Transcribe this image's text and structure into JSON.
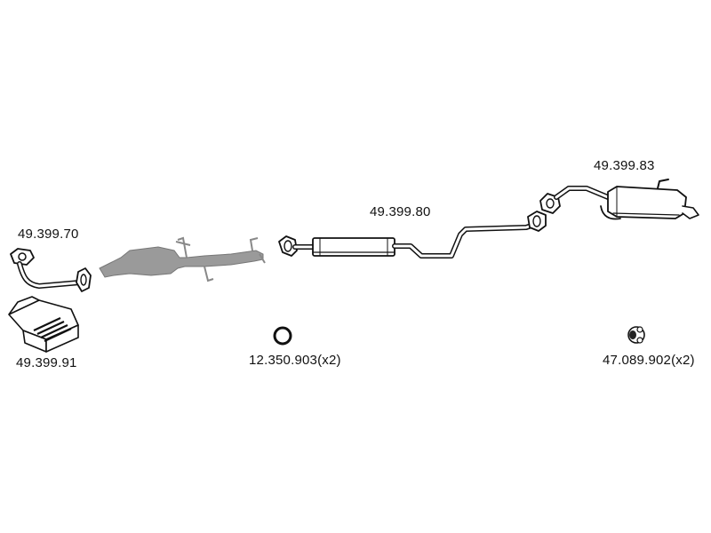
{
  "parts": [
    {
      "id": "front_pipe",
      "label": "49.399.70"
    },
    {
      "id": "mounting_kit",
      "label": "49.399.91"
    },
    {
      "id": "center_silencer",
      "label": "49.399.80"
    },
    {
      "id": "rear_silencer",
      "label": "49.399.83"
    },
    {
      "id": "sealing_ring",
      "label": "12.350.903(x2)"
    },
    {
      "id": "rubber_mount",
      "label": "47.089.902(x2)"
    }
  ],
  "colors": {
    "line": "#111111",
    "catalyst_fill": "#9a9a9a",
    "part_fill": "#ffffff",
    "text": "#111111"
  }
}
